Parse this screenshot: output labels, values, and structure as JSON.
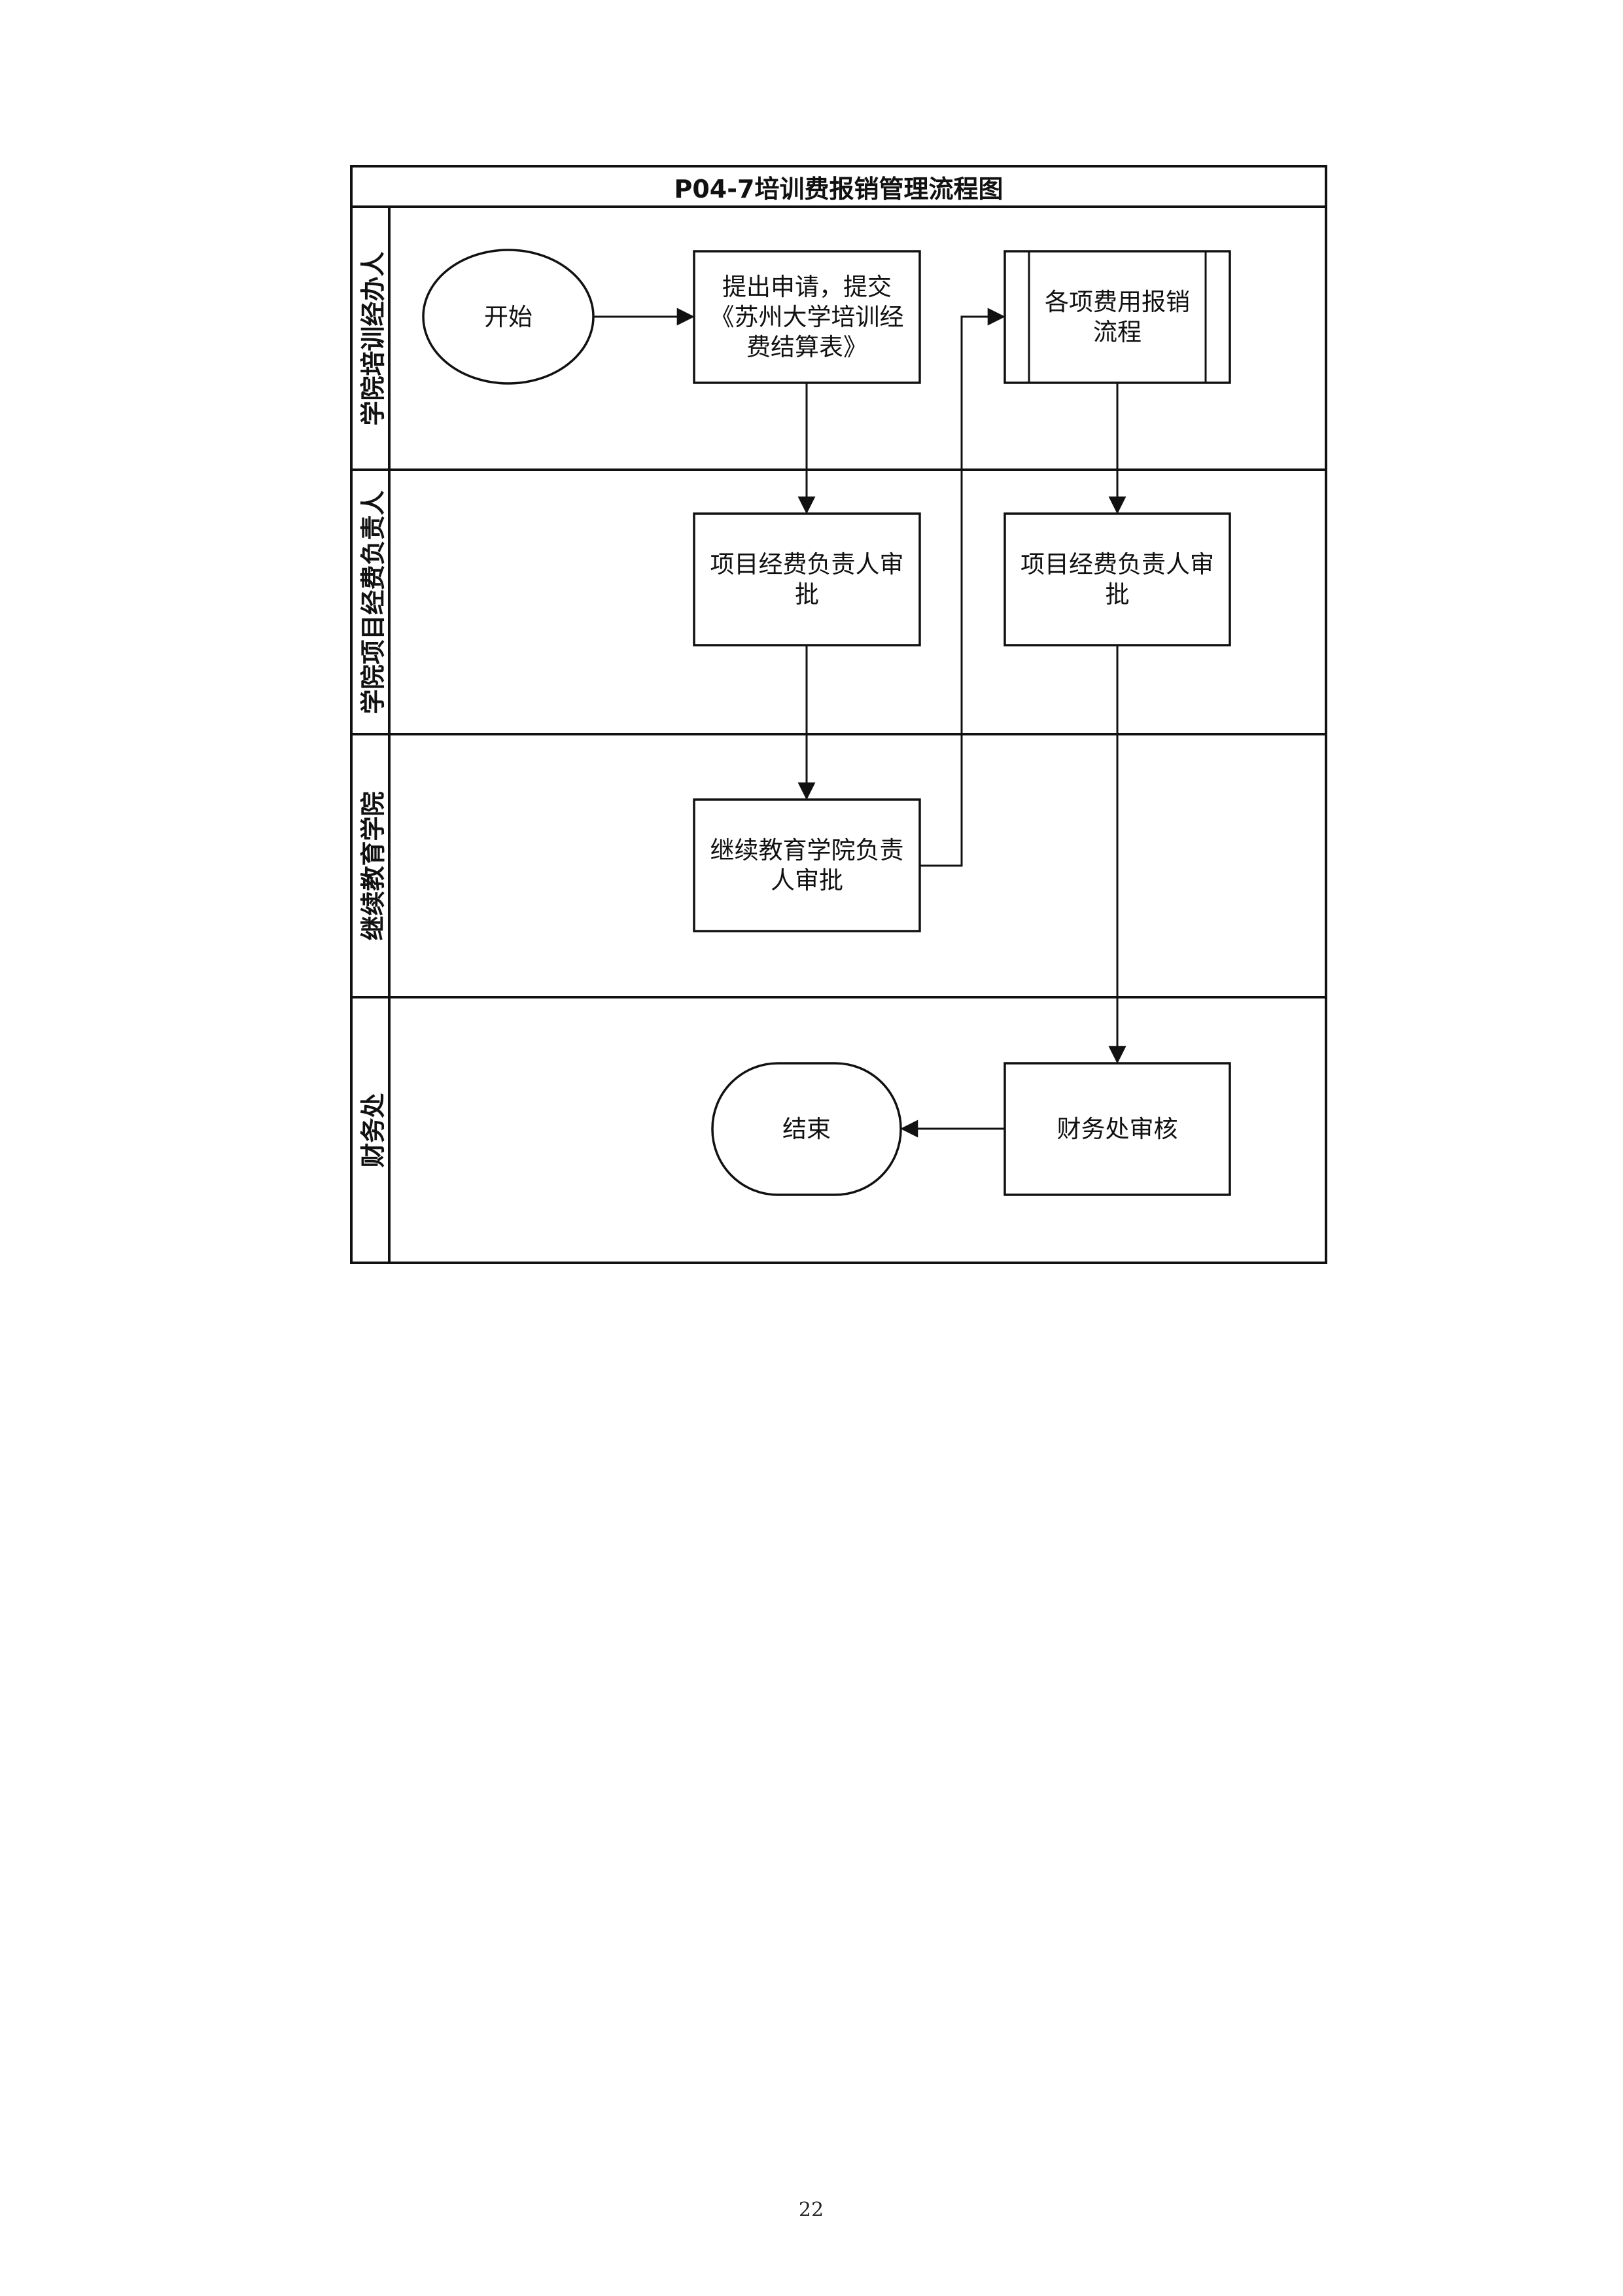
{
  "title": "P04-7培训费报销管理流程图",
  "lanes": [
    {
      "label": "学院培训经办人"
    },
    {
      "label": "学院项目经费负责人"
    },
    {
      "label": "继续教育学院"
    },
    {
      "label": "财务处"
    }
  ],
  "nodes": {
    "start": {
      "label": "开始"
    },
    "apply": {
      "label": "提出申请，提交《苏州大学培训经费结算表》"
    },
    "subprocess": {
      "label": "各项费用报销流程"
    },
    "approve_1": {
      "label": "项目经费负责人审批"
    },
    "approve_2": {
      "label": "项目经费负责人审批"
    },
    "ce_approve": {
      "label": "继续教育学院负责人审批"
    },
    "finance": {
      "label": "财务处审核"
    },
    "end": {
      "label": "结束"
    }
  },
  "page_number": "22"
}
